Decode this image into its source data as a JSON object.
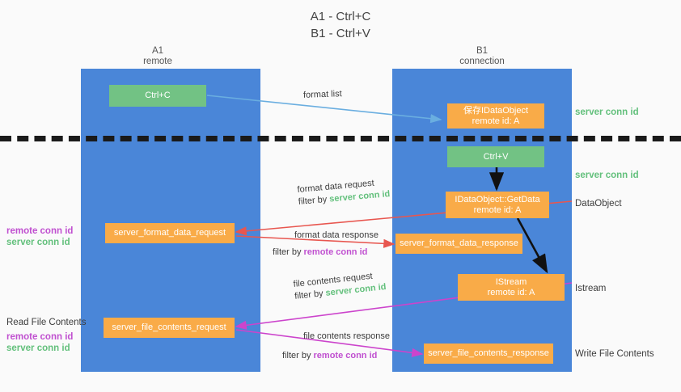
{
  "title": {
    "line1": "A1 - Ctrl+C",
    "line2": "B1 - Ctrl+V"
  },
  "lanes": [
    {
      "name": "A1",
      "sub": "remote"
    },
    {
      "name": "B1",
      "sub": "connection"
    }
  ],
  "boxes": [
    {
      "id": "ctrl-c",
      "label": "Ctrl+C",
      "sub": "",
      "color": "#72c284"
    },
    {
      "id": "idataobject-create",
      "label": "保存IDataObject",
      "sub": "remote id: A",
      "color": "#f9ab48"
    },
    {
      "id": "ctrl-v",
      "label": "Ctrl+V",
      "sub": "",
      "color": "#72c284"
    },
    {
      "id": "idataobject-getdata",
      "label": "IDataObject::GetData",
      "sub": "remote id: A",
      "color": "#f9ab48"
    },
    {
      "id": "server-format-data-request",
      "label": "server_format_data_request",
      "sub": "",
      "color": "#f9ab48"
    },
    {
      "id": "server-format-data-response",
      "label": "server_format_data_response",
      "sub": "",
      "color": "#f9ab48"
    },
    {
      "id": "istream",
      "label": "IStream",
      "sub": "remote id: A",
      "color": "#f9ab48"
    },
    {
      "id": "server-file-contents-request",
      "label": "server_file_contents_request",
      "sub": "",
      "color": "#f9ab48"
    },
    {
      "id": "server-file-contents-response",
      "label": "server_file_contents_response",
      "sub": "",
      "color": "#f9ab48"
    }
  ],
  "right_labels": [
    {
      "id": "server-conn-id-1",
      "text": "server conn id",
      "color": "#63c07c"
    },
    {
      "id": "server-conn-id-2",
      "text": "server conn id",
      "color": "#63c07c"
    },
    {
      "id": "dataobject",
      "text": "DataObject",
      "color": "#3c3c3c"
    },
    {
      "id": "istream-label",
      "text": "Istream",
      "color": "#3c3c3c"
    },
    {
      "id": "write-file-contents",
      "text": "Write File Contents",
      "color": "#3c3c3c"
    }
  ],
  "left_labels": {
    "group1": {
      "remote": "remote conn id",
      "server": "server conn id"
    },
    "group2": {
      "heading": "Read File Contents",
      "remote": "remote conn id",
      "server": "server conn id"
    }
  },
  "edge_labels": {
    "format_list": "format list",
    "format_data_request": "format data request",
    "format_data_request_filter_prefix": "filter by ",
    "format_data_request_filter_value": "server conn id",
    "format_data_response": "format data response",
    "format_data_response_filter_prefix": "filter by ",
    "format_data_response_filter_value": "remote conn id",
    "file_contents_request": "file contents request",
    "file_contents_request_filter_prefix": "filter by ",
    "file_contents_request_filter_value": "server conn id",
    "file_contents_response": "file contents response",
    "file_contents_response_filter_prefix": "filter by ",
    "file_contents_response_filter_value": "remote conn id"
  },
  "colors": {
    "lane": "#4a86d8",
    "orange": "#f9ab48",
    "green_box": "#72c284",
    "green_text": "#63c07c",
    "purple_text": "#c050d0",
    "blue_arrow": "#6aaee0",
    "red_arrow": "#e8564f",
    "magenta_arrow": "#cc44cc",
    "dark_arrow": "#1a1a1a",
    "background": "#fafafa"
  }
}
